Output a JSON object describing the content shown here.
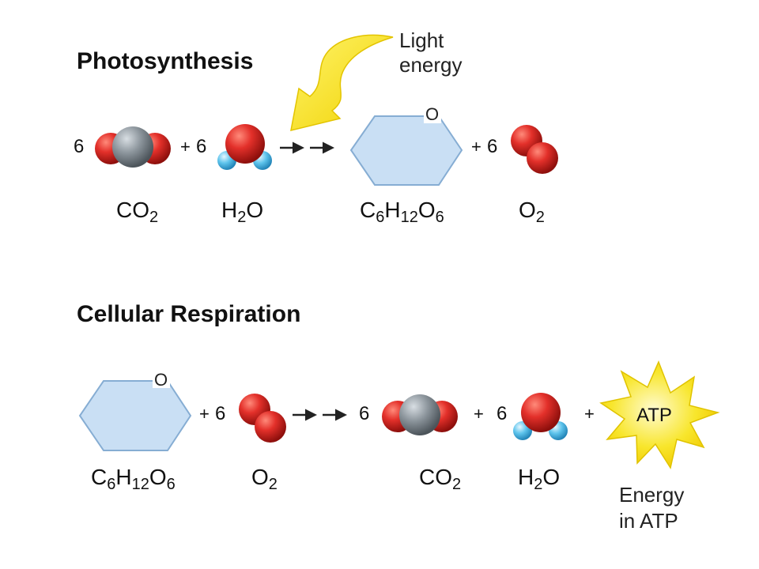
{
  "photosynthesis": {
    "title": "Photosynthesis",
    "light_label_line1": "Light",
    "light_label_line2": "energy",
    "reactants": [
      {
        "coef": "6",
        "formula_main": "CO",
        "formula_sub": "2"
      },
      {
        "coef": "6",
        "formula_main": "H",
        "formula_sub": "2",
        "formula_tail": "O"
      }
    ],
    "products": [
      {
        "formula": {
          "p1": "C",
          "s1": "6",
          "p2": "H",
          "s2": "12",
          "p3": "O",
          "s3": "6"
        },
        "ring_atom": "O"
      },
      {
        "coef": "6",
        "formula_main": "O",
        "formula_sub": "2"
      }
    ],
    "plus": "+"
  },
  "respiration": {
    "title": "Cellular Respiration",
    "reactants": [
      {
        "formula": {
          "p1": "C",
          "s1": "6",
          "p2": "H",
          "s2": "12",
          "p3": "O",
          "s3": "6"
        },
        "ring_atom": "O"
      },
      {
        "coef": "6",
        "formula_main": "O",
        "formula_sub": "2"
      }
    ],
    "products": [
      {
        "coef": "6",
        "formula_main": "CO",
        "formula_sub": "2"
      },
      {
        "coef": "6",
        "formula_main": "H",
        "formula_sub": "2",
        "formula_tail": "O"
      }
    ],
    "atp_label": "ATP",
    "energy_line1": "Energy",
    "energy_line2": "in ATP",
    "plus": "+"
  },
  "colors": {
    "oxygen": "#d9231f",
    "carbon": "#8a949c",
    "hydrogen": "#5bc0e8",
    "glucose_fill": "#c9dff4",
    "glucose_stroke": "#7fa9d3",
    "light_arrow": "#f5e10a",
    "atp_star": "#f7e21a"
  }
}
